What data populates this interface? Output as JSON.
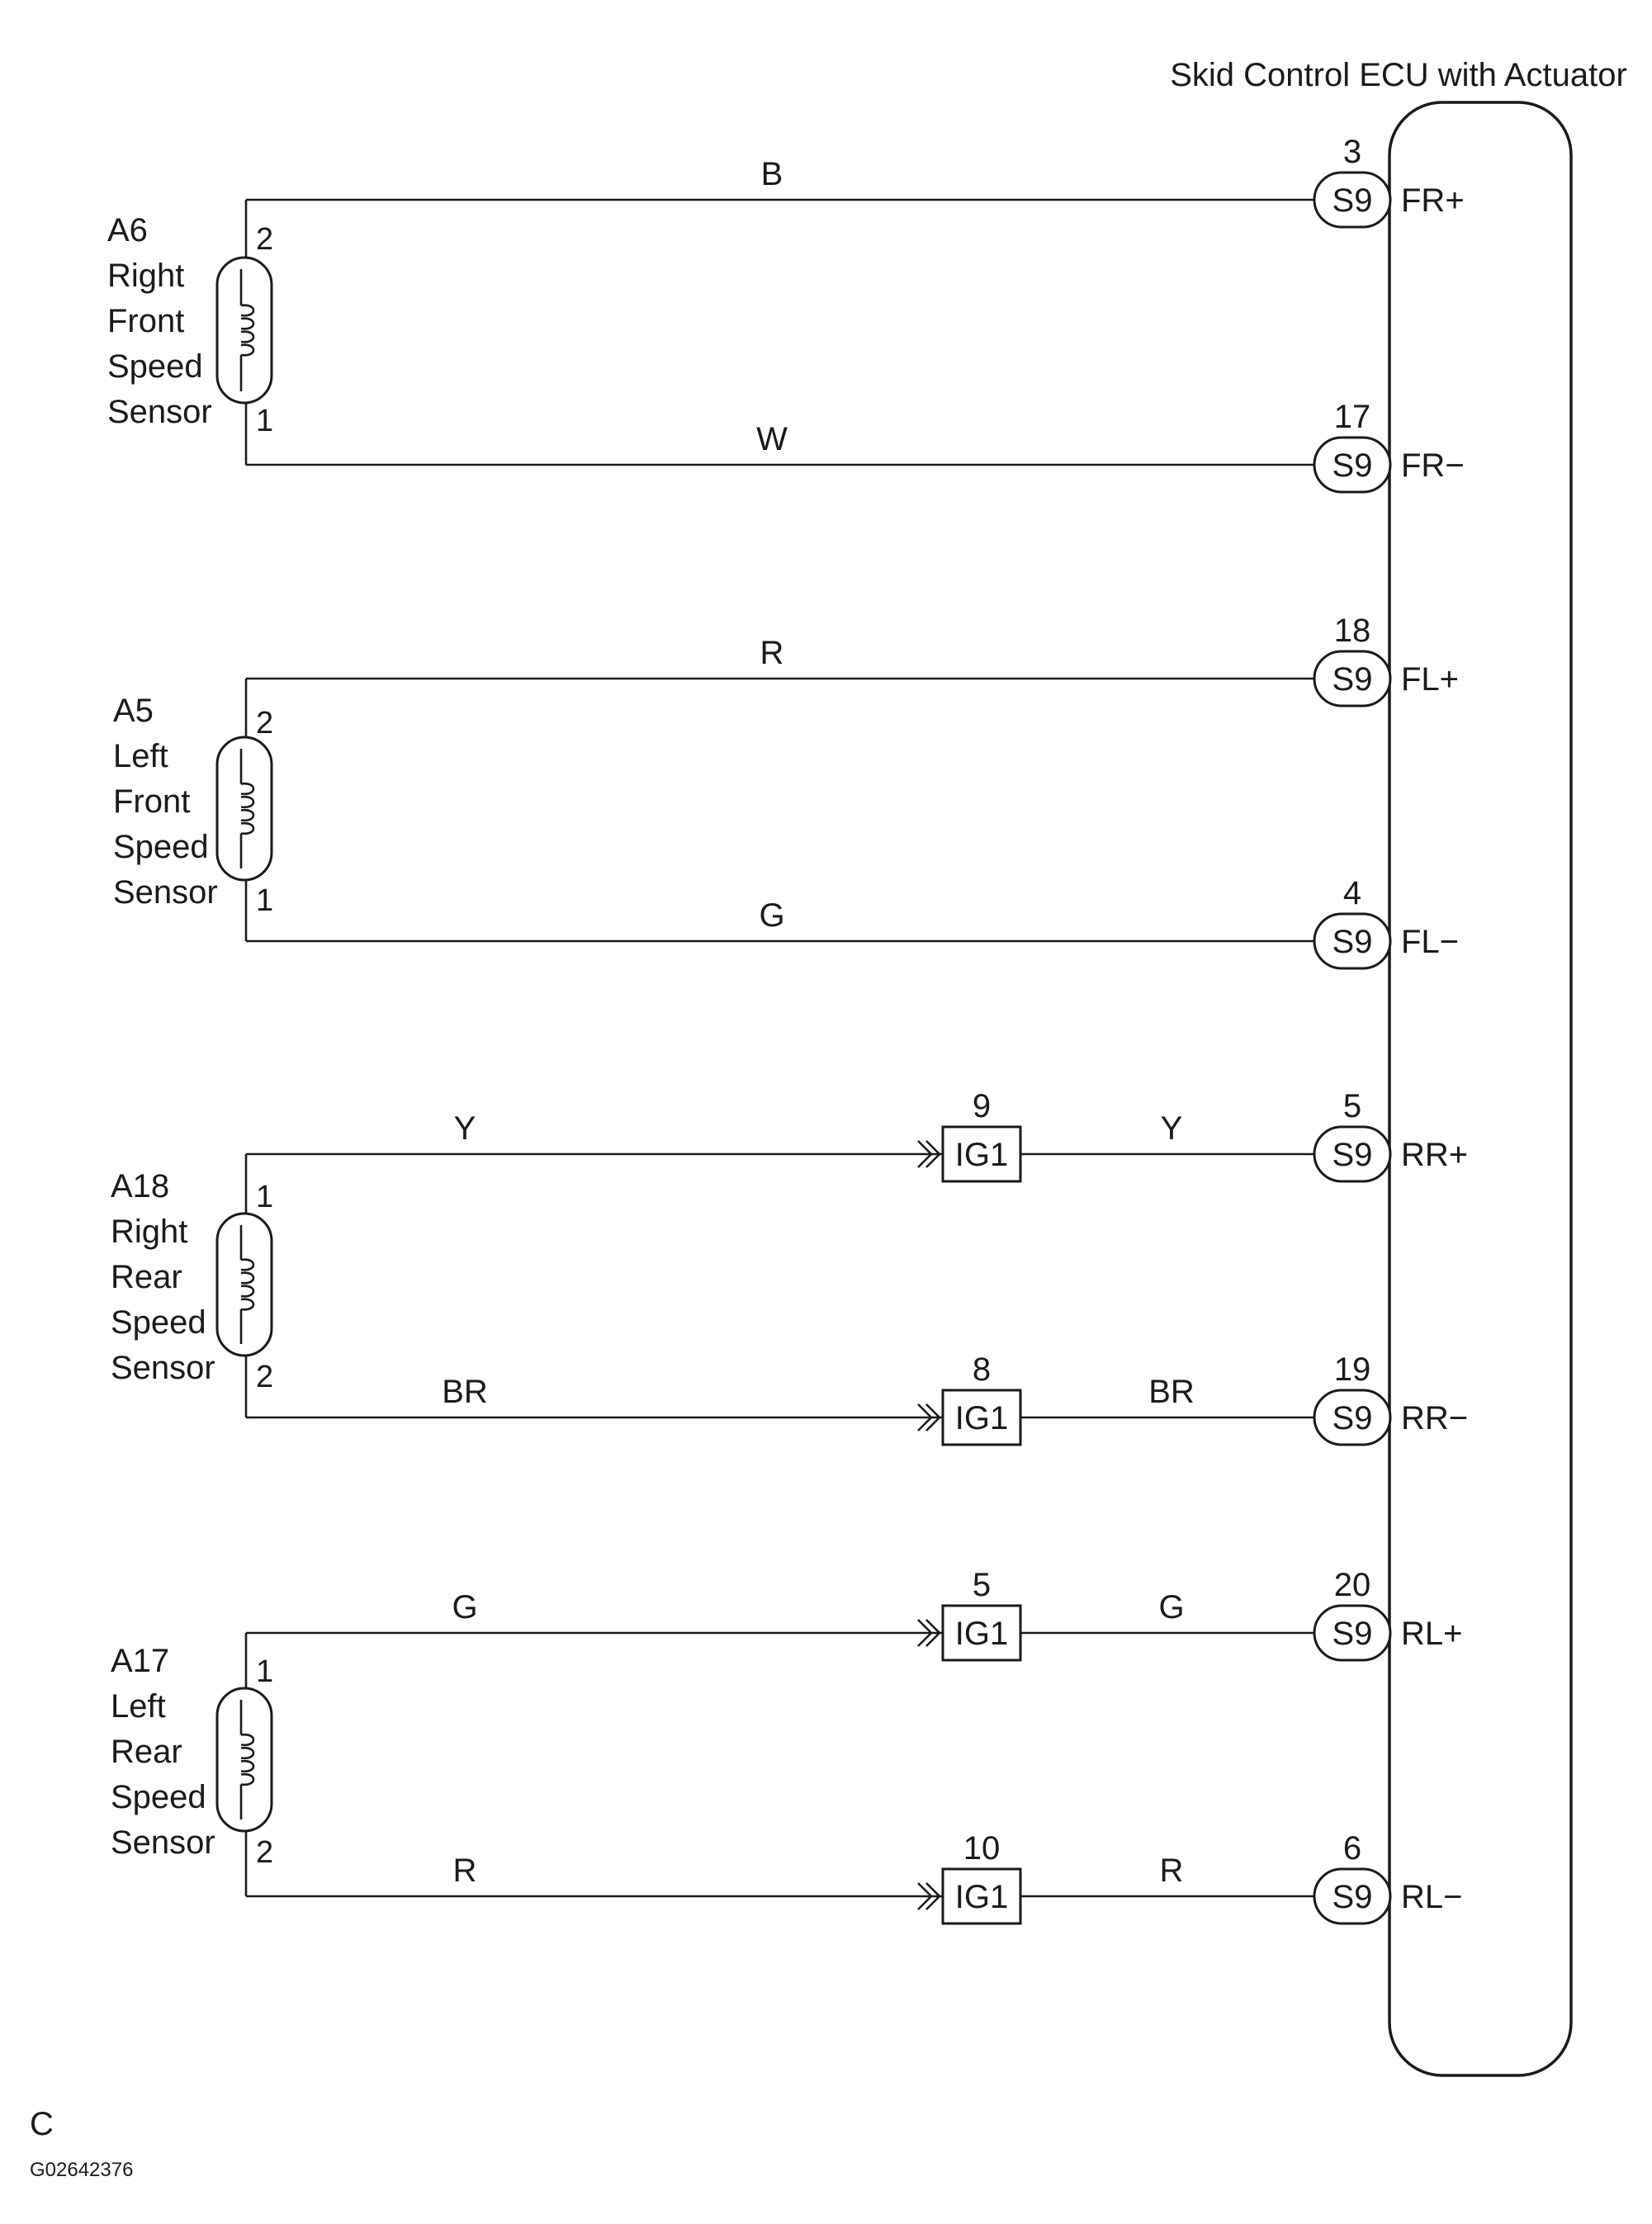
{
  "ecu": {
    "title": "Skid Control ECU with Actuator",
    "connector": "S9"
  },
  "junction": {
    "connector": "IG1"
  },
  "sensors": [
    {
      "id": "A6",
      "name": [
        "Right",
        "Front",
        "Speed",
        "Sensor"
      ],
      "pin_top": "2",
      "pin_bottom": "1"
    },
    {
      "id": "A5",
      "name": [
        "Left",
        "Front",
        "Speed",
        "Sensor"
      ],
      "pin_top": "2",
      "pin_bottom": "1"
    },
    {
      "id": "A18",
      "name": [
        "Right",
        "Rear",
        "Speed",
        "Sensor"
      ],
      "pin_top": "1",
      "pin_bottom": "2"
    },
    {
      "id": "A17",
      "name": [
        "Left",
        "Rear",
        "Speed",
        "Sensor"
      ],
      "pin_top": "1",
      "pin_bottom": "2"
    }
  ],
  "wires": [
    {
      "color": "B",
      "ecu_pin": "3",
      "signal": "FR+",
      "junction": null
    },
    {
      "color": "W",
      "ecu_pin": "17",
      "signal": "FR−",
      "junction": null
    },
    {
      "color": "R",
      "ecu_pin": "18",
      "signal": "FL+",
      "junction": null
    },
    {
      "color": "G",
      "ecu_pin": "4",
      "signal": "FL−",
      "junction": null
    },
    {
      "color": "Y",
      "ecu_pin": "5",
      "signal": "RR+",
      "junction": {
        "pin": "9",
        "color_out": "Y"
      }
    },
    {
      "color": "BR",
      "ecu_pin": "19",
      "signal": "RR−",
      "junction": {
        "pin": "8",
        "color_out": "BR"
      }
    },
    {
      "color": "G",
      "ecu_pin": "20",
      "signal": "RL+",
      "junction": {
        "pin": "5",
        "color_out": "G"
      }
    },
    {
      "color": "R",
      "ecu_pin": "6",
      "signal": "RL−",
      "junction": {
        "pin": "10",
        "color_out": "R"
      }
    }
  ],
  "footer": {
    "section": "C",
    "figure_code": "G02642376"
  }
}
